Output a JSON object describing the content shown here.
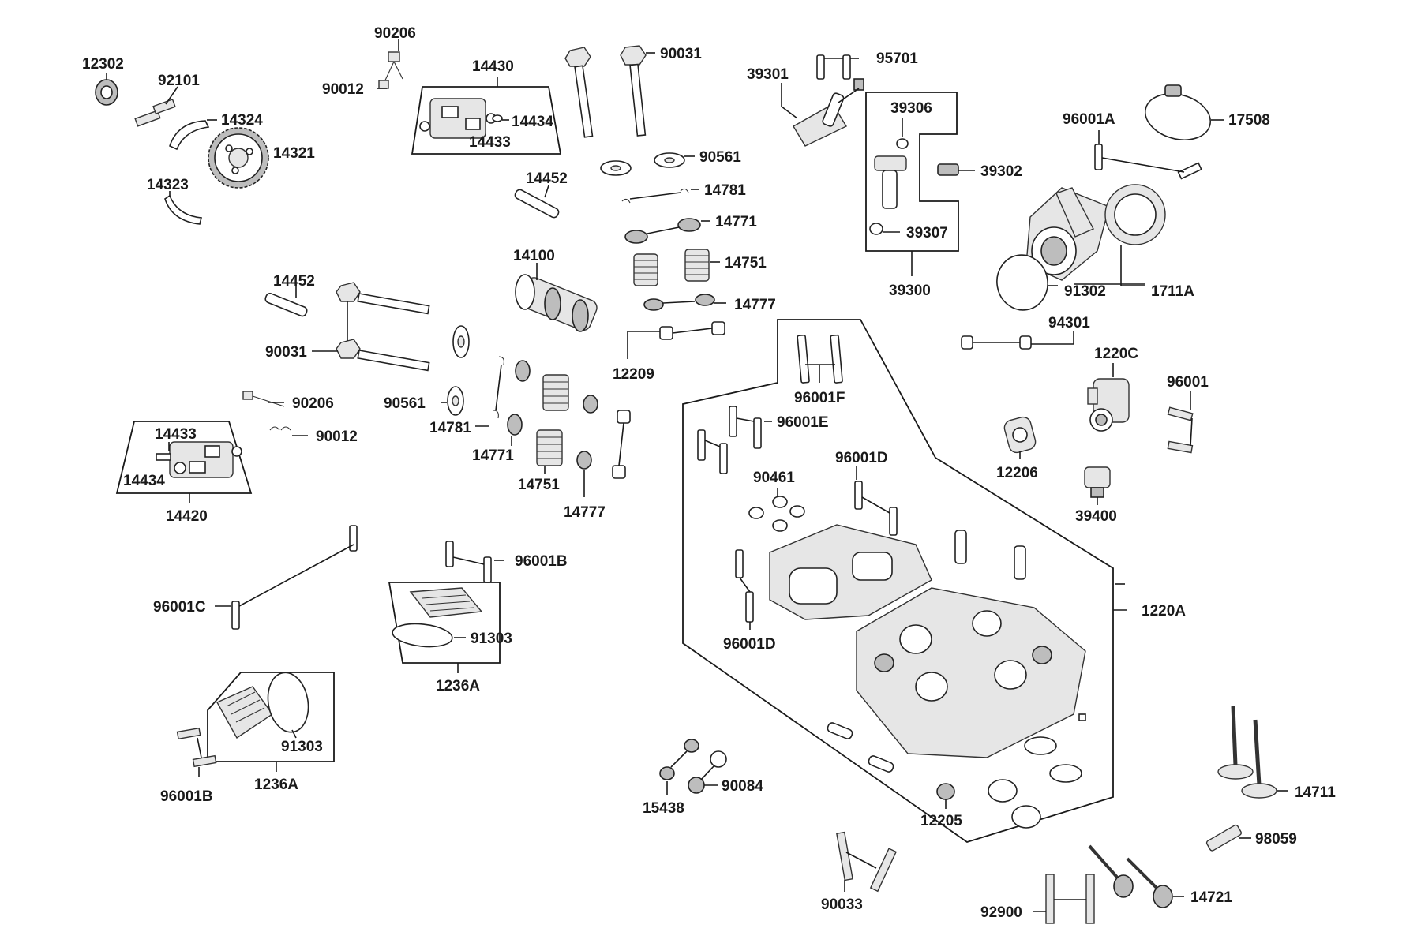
{
  "labels": {
    "l12302": "12302",
    "l92101": "92101",
    "l14324": "14324",
    "l14321": "14321",
    "l14323": "14323",
    "l90206a": "90206",
    "l90012a": "90012",
    "l14430": "14430",
    "l14434a": "14434",
    "l14433a": "14433",
    "l90031a": "90031",
    "l39301": "39301",
    "l95701": "95701",
    "l39306": "39306",
    "l39302": "39302",
    "l39307": "39307",
    "l39300": "39300",
    "l96001A": "96001A",
    "l17508": "17508",
    "l91302": "91302",
    "l1711A": "1711A",
    "l90561a": "90561",
    "l14452a": "14452",
    "l14781a": "14781",
    "l14771a": "14771",
    "l14751a": "14751",
    "l14777a": "14777",
    "l14100": "14100",
    "l14452b": "14452",
    "l90031b": "90031",
    "l90561b": "90561",
    "l14781b": "14781",
    "l14771b": "14771",
    "l14751b": "14751",
    "l14777b": "14777",
    "l12209": "12209",
    "l90206b": "90206",
    "l90012b": "90012",
    "l14433b": "14433",
    "l14434b": "14434",
    "l14420": "14420",
    "l94301": "94301",
    "l1220C": "1220C",
    "l96001": "96001",
    "l12206": "12206",
    "l39400": "39400",
    "l96001F": "96001F",
    "l96001E": "96001E",
    "l90461": "90461",
    "l96001Da": "96001D",
    "l96001Db": "96001D",
    "l1220A": "1220A",
    "l96001Ba": "96001B",
    "l96001C": "96001C",
    "l91303a": "91303",
    "l1236Aa": "1236A",
    "l91303b": "91303",
    "l1236Ab": "1236A",
    "l96001Bb": "96001B",
    "l15438": "15438",
    "l90084": "90084",
    "l12205": "12205",
    "l14711": "14711",
    "l98059": "98059",
    "l90033": "90033",
    "l92900": "92900",
    "l14721": "14721"
  }
}
